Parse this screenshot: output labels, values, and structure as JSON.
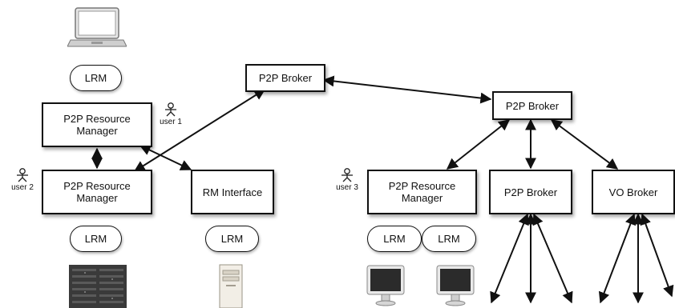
{
  "nodes": {
    "lrm_label": "LRM",
    "p2p_resource_manager": "P2P Resource\nManager",
    "p2p_broker": "P2P Broker",
    "rm_interface": "RM Interface",
    "vo_broker": "VO Broker"
  },
  "users": {
    "user1": "user 1",
    "user2": "user 2",
    "user3": "user 3"
  },
  "icons": [
    "laptop-icon",
    "server-rack-icon",
    "tower-pc-icon",
    "imac-icon",
    "user-icon"
  ]
}
